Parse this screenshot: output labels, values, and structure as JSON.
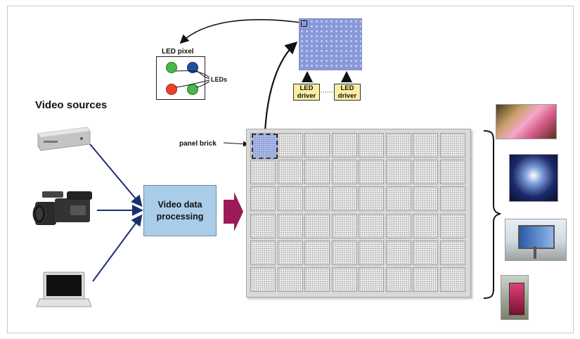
{
  "labels": {
    "video_sources": "Video sources",
    "led_pixel": "LED pixel",
    "leds": "LEDs",
    "panel_brick": "panel brick",
    "processing": "Video data processing"
  },
  "drivers": [
    "LED driver",
    "LED driver"
  ],
  "led_pixel_colors": [
    "#47b84a",
    "#1f4fa3",
    "#e8432b",
    "#47b84a"
  ],
  "sources": [
    "dvd-player-icon",
    "video-camera-icon",
    "laptop-icon"
  ],
  "display_examples": [
    "flower-screen-thumbnail",
    "concert-screen-thumbnail",
    "billboard-screen-thumbnail",
    "building-screen-thumbnail"
  ],
  "panel_grid": {
    "rows": 6,
    "cols": 8
  }
}
